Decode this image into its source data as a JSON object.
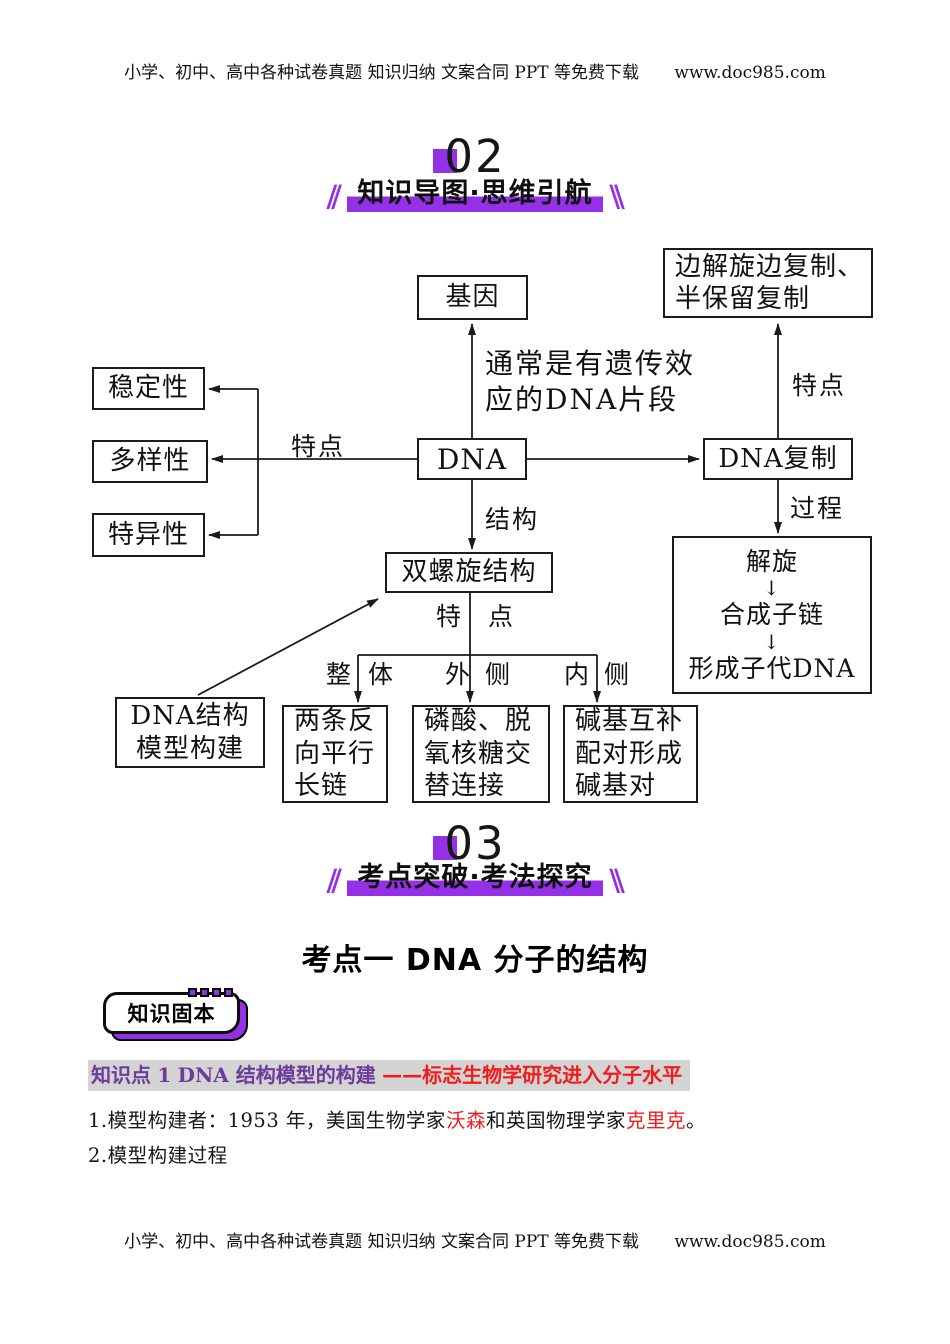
{
  "page": {
    "header": {
      "line": "小学、初中、高中各种试卷真题  知识归纳  文案合同  PPT 等免费下载",
      "url": "www.doc985.com"
    },
    "footer": {
      "line": "小学、初中、高中各种试卷真题  知识归纳  文案合同  PPT 等免费下载",
      "url": "www.doc985.com"
    }
  },
  "section02": {
    "number": "02",
    "mark_left": "∥",
    "title": "知识导图·思维引航",
    "mark_right": "∥"
  },
  "section03": {
    "number": "03",
    "mark_left": "∥",
    "title": "考点突破·考法探究",
    "mark_right": "∥"
  },
  "diagram": {
    "boxes": {
      "gene": "基因",
      "semi": "边解旋边复制、\n半保留复制",
      "stability": "稳定性",
      "diversity": "多样性",
      "specificity": "特异性",
      "dna": "DNA",
      "replication": "DNA复制",
      "helix": "双螺旋结构",
      "model": "DNA结构\n模型构建",
      "chain": "两条反\n向平行\n长链",
      "phosphate": "磷酸、脱\n氧核糖交\n替连接",
      "base_pair": "碱基互补\n配对形成\n碱基对"
    },
    "process": {
      "step1": "解旋",
      "step2": "合成子链",
      "step3": "形成子代DNA",
      "arrow": "↓"
    },
    "labels": {
      "gene_note": "通常是有遗传效\n应的DNA片段",
      "feature_left": "特点",
      "feature_right": "特点",
      "structure": "结构",
      "process": "过程",
      "feature_bottom_l": "特",
      "feature_bottom_r": "点",
      "whole_l": "整",
      "whole_r": "体",
      "outer_l": "外",
      "outer_r": "侧",
      "inner_l": "内",
      "inner_r": "侧"
    }
  },
  "exam_point": {
    "title": "考点一  DNA 分子的结构"
  },
  "badge": {
    "label": "知识固本"
  },
  "knowledge_point": {
    "k1": "知识点",
    "k2": "1",
    "k3": " DNA ",
    "k4": "结构模型的构建",
    "k5": "——标志生物学研究进入分子水平"
  },
  "body": {
    "p1": {
      "r1": "1.模型构建者：1953 年，美国生物学家",
      "r2": "沃森",
      "r3": "和英国物理学家",
      "r4": "克里克",
      "r5": "。"
    },
    "p2": "2.模型构建过程"
  },
  "colors": {
    "accent_purple": "#9431E6",
    "knowledge_purple": "#6B3C9B",
    "highlight_red": "#F01D1D",
    "heading_gray_bg": "#D4D4D4"
  }
}
